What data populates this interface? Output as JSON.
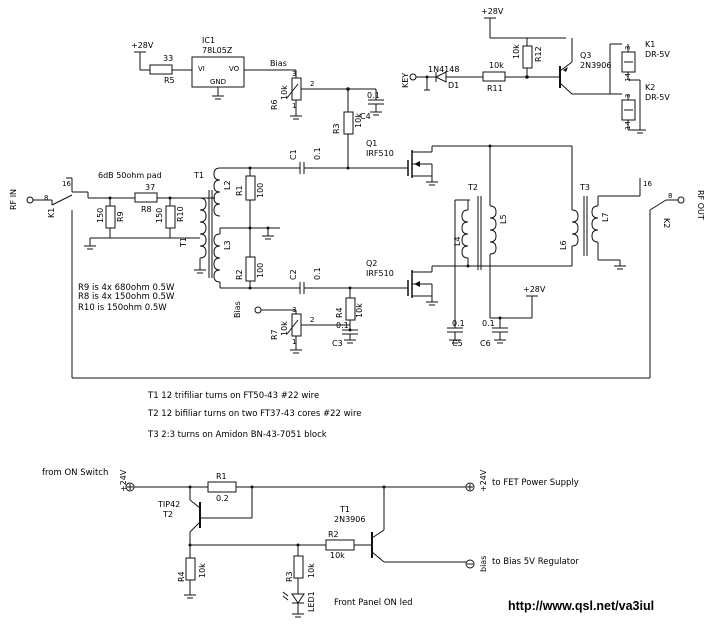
{
  "labels": {
    "v28_top": "+28V",
    "v28_ic": "+28V",
    "v28_c5": "+28V",
    "v24_left": "+24V",
    "v24_right": "+24V",
    "ic1_name": "IC1",
    "ic1_part": "78L05Z",
    "ic1_vi": "VI",
    "ic1_vo": "VO",
    "ic1_gnd": "GND",
    "r5_value": "33",
    "r5_name": "R5",
    "bias_top": "Bias",
    "bias_mid": "Bias",
    "bias_bottom": "bias",
    "r6_name": "R6",
    "r6_value": "10k",
    "r7_name": "R7",
    "r7_value": "10k",
    "pin2_a": "2",
    "pin2_b": "2",
    "pin3_a": "3",
    "pin3_b": "3",
    "pin1_a": "1",
    "pin1_b": "1",
    "c4_name": "C4",
    "c4_value": "0.1",
    "r3_name": "R3",
    "r3_value": "10k",
    "key": "KEY",
    "d1_part": "1N4148",
    "d1_name": "D1",
    "r11_value": "10k",
    "r11_name": "R11",
    "r12_value": "10k",
    "r12_name": "R12",
    "q3_name": "Q3",
    "q3_part": "2N3906",
    "k1_relay": "K1",
    "k1_type": "DR-5V",
    "k2_relay": "K2",
    "k2_type": "DR-5V",
    "k_pins_3a": "3",
    "k_pins_3b": "3",
    "k_pins_14a": "14",
    "k_pins_14b": "14",
    "q1_name": "Q1",
    "q1_part": "IRF510",
    "q2_name": "Q2",
    "q2_part": "IRF510",
    "c1_name": "C1",
    "c1_value": "0.1",
    "c2_name": "C2",
    "c2_value": "0.1",
    "t1_top": "T1",
    "t1_side": "T1",
    "l2": "L2",
    "l3": "L3",
    "r1_name": "R1",
    "r1_value": "100",
    "r2_name": "R2",
    "r2_value": "100",
    "t2": "T2",
    "t3": "T3",
    "l4": "L4",
    "l5": "L5",
    "l6": "L6",
    "l7": "L7",
    "rf_in": "RF IN",
    "rf_out": "RF OUT",
    "k1_in": "K1",
    "k2_out": "K2",
    "pin8_in": "8",
    "pin16_in": "16",
    "pin8_out": "8",
    "pin16_out": "16",
    "pad_title": "6dB 50ohm pad",
    "r9_name": "R9",
    "r9_value": "150",
    "r8_name": "R8",
    "r8_value": "37",
    "r10_name": "R10",
    "r10_value": "150",
    "r10_value2": "150",
    "r4_name": "R4",
    "r4_value": "10k",
    "c3_name": "C3",
    "c3_value": "0.1",
    "c5_name": "C5",
    "c5_value": "0.1",
    "c6_name": "C6",
    "c6_value": "0.1",
    "pad_note1": "R9 is 4x 680ohm 0.5W",
    "pad_note2": "R8 is 4x 150ohm 0.5W",
    "pad_note3": "R10 is 150ohm 0.5W",
    "note_t1": "T1 12 trifiliar turns on FT50-43 #22 wire",
    "note_t2": "T2 12 bifiliar turns on two FT37-43 cores #22 wire",
    "note_t3": "T3 2:3 turns on Amidon BN-43-7051 block",
    "on_switch": "from ON Switch",
    "r1b_name": "R1",
    "r1b_value": "0.2",
    "tip42": "TIP42",
    "t2b": "T2",
    "t1b_name": "T1",
    "t1b_part": "2N3906",
    "r2b_name": "R2",
    "r2b_value": "10k",
    "r4b_name": "R4",
    "r4b_value": "10k",
    "r3b_name": "R3",
    "r3b_value": "10k",
    "led1": "LED1",
    "to_fet": "to FET Power Supply",
    "to_bias": "to Bias 5V Regulator",
    "front_led": "Front Panel ON led",
    "url": "http://www.qsl.net/va3iul"
  }
}
